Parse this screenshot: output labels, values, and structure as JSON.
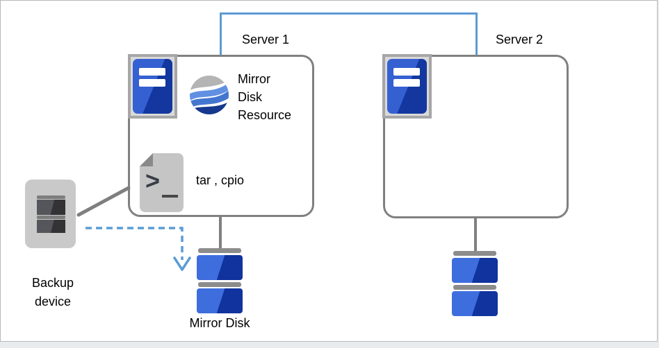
{
  "labels": {
    "server1": "Server 1",
    "server2": "Server 2",
    "resource_line1": "Mirror",
    "resource_line2": "Disk",
    "resource_line3": "Resource",
    "tar_cpio": "tar , cpio",
    "backup_line1": "Backup",
    "backup_line2": "device",
    "mirror_disk": "Mirror Disk"
  },
  "icons": {
    "server": "server-tower-icon",
    "mirror_resource": "wave-sphere-icon",
    "archive_tool": "terminal-document-icon",
    "backup": "tape-drive-icon",
    "disk": "disk-stack-icon"
  },
  "colors": {
    "interconnect_blue": "#5b9bd5",
    "dashed_arrow_blue": "#5b9bd5",
    "box_border_gray": "#808080",
    "server_blue_light": "#3560d2",
    "server_blue_dark": "#13379f",
    "disk_blue_light": "#3e6edd",
    "disk_blue_dark": "#10339e",
    "icon_gray": "#c5c5c5",
    "text": "#000000"
  }
}
